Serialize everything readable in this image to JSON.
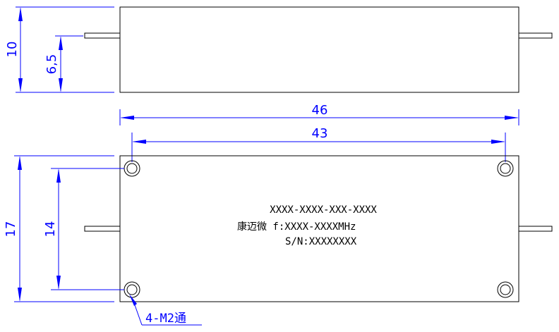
{
  "dimensions": {
    "side_height": "10",
    "side_pin_height": "6,5",
    "total_length": "46",
    "hole_pitch_x": "43",
    "total_width": "17",
    "hole_pitch_y": "14"
  },
  "label": {
    "part_number": "XXXX-XXXX-XXX-XXXX",
    "frequency": "康迈微 f:XXXX-XXXXMHz",
    "serial": "S/N:XXXXXXXX"
  },
  "hole_note": "4-M2通"
}
